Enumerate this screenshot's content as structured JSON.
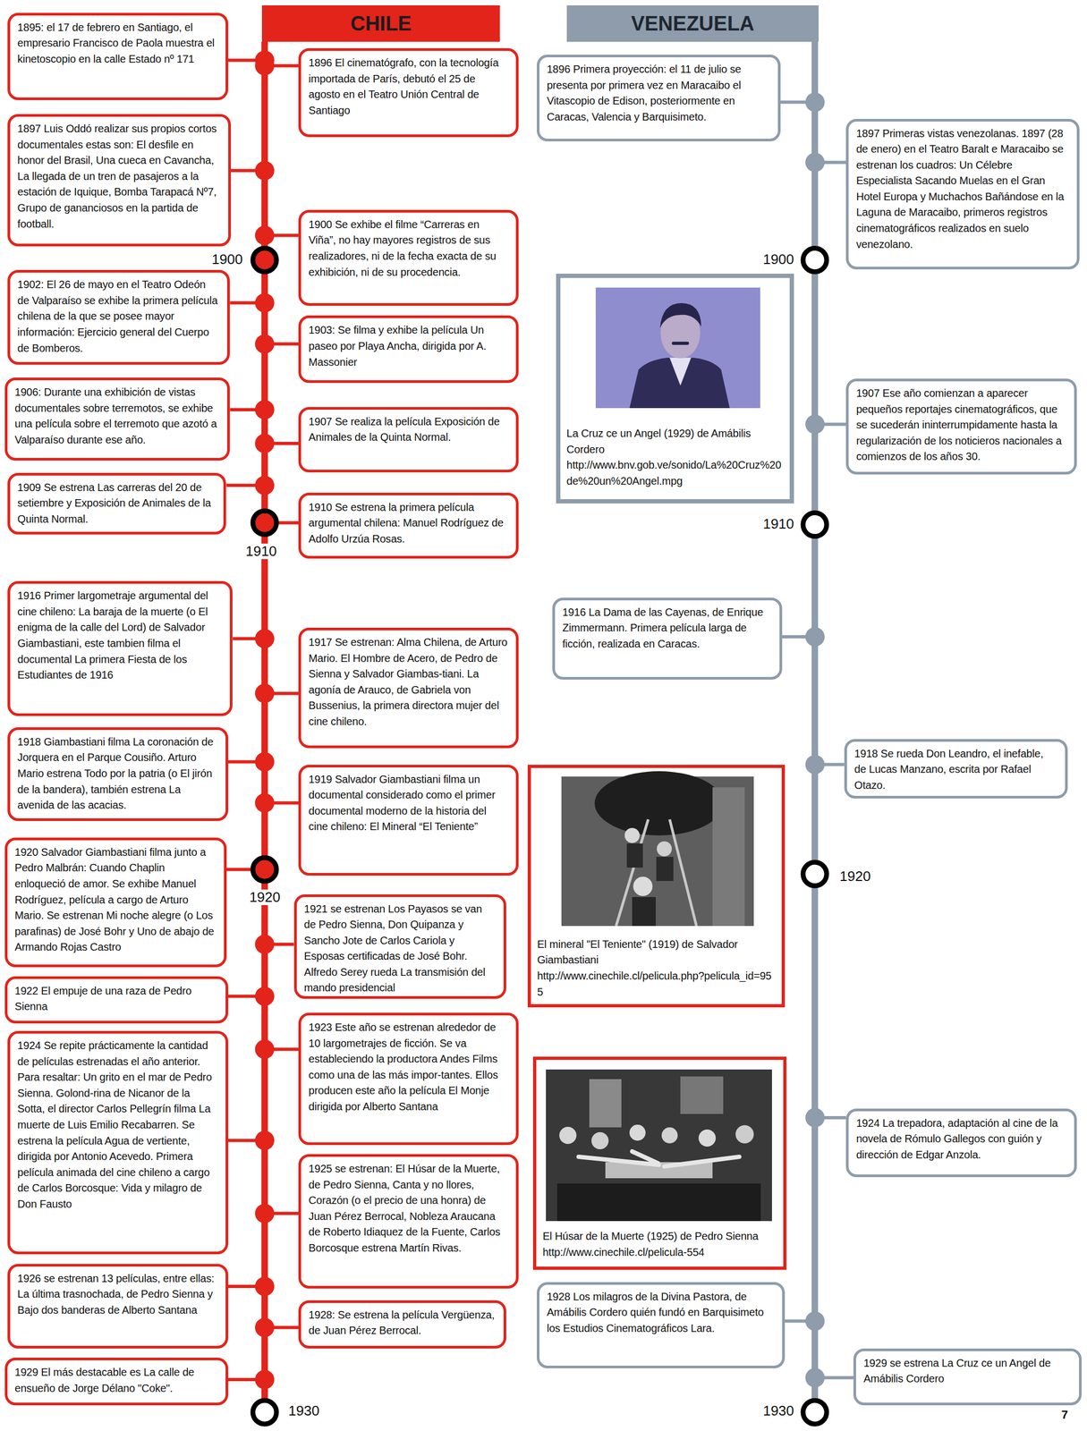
{
  "diagram": {
    "nodes": [
      {
        "text": [
          "CHILE"
        ]
      },
      {
        "text": [
          "VENEZUELA"
        ]
      },
      {
        "text": [
          "1895: el 17 de febrero en Santiago, el empresario Francisco de Paola muestra el kinetoscopio en la calle Estado nº 171"
        ]
      },
      {
        "text": [
          "1896 El cinematógrafo, con la tecnología importada de París, debutó el 25 de agosto en el Teatro Unión Central de Santiago"
        ]
      },
      {
        "text": [
          "1897 Luis Oddó realizar sus propios cortos documentales estas son: El desfile en honor del Brasil, Una cueca en Cavancha, La llegada de un tren de pasajeros a la estación de Iquique, Bomba Tarapacá Nº7, Grupo de gananciosos en la partida de football."
        ]
      },
      {
        "text": [
          "1900 Se exhibe el filme “Carreras en Viña”, no hay mayores registros de sus realizadores, ni de la fecha exacta de su exhibición, ni de su procedencia."
        ]
      },
      {
        "text": [
          "1902: El 26 de mayo en el Teatro Odeón de Valparaíso se exhibe la primera película chilena de la que se posee mayor información: Ejercicio general del Cuerpo de Bomberos."
        ]
      },
      {
        "text": [
          "1903: Se filma y exhibe la película Un paseo por Playa Ancha, dirigida por A. Massonier"
        ]
      },
      {
        "text": [
          "1906: Durante una exhibición de vistas documentales sobre terremotos, se exhibe una película sobre el terremoto que azotó a Valparaíso durante ese año."
        ]
      },
      {
        "text": [
          "1907 Se realiza la película Exposición de Animales de la Quinta Normal."
        ]
      },
      {
        "text": [
          "1909 Se estrena Las carreras del 20 de setiembre y Exposición de Animales de la Quinta Normal."
        ]
      },
      {
        "text": [
          "1910 Se estrena la primera película argumental chilena: Manuel Rodríguez de Adolfo Urzúa Rosas."
        ]
      },
      {
        "text": [
          "1916 Primer largometraje argumental del cine chileno: La baraja de la muerte (o El enigma de la calle del Lord) de Salvador Giambastiani, este tambien filma el documental La primera Fiesta de los Estudiantes de 1916"
        ]
      },
      {
        "text": [
          "1917 Se estrenan: Alma Chilena, de Arturo Mario. El Hombre de Acero, de Pedro de Sienna y Salvador Giambas-tiani. La agonía de Arauco, de Gabriela von Bussenius, la primera directora mujer del cine chileno."
        ]
      },
      {
        "text": [
          "1918 Giambastiani filma La coronación de Jorquera en el Parque Cousiño. Arturo Mario estrena Todo por la patria (o El jirón de la bandera), también estrena La avenida de las acacias."
        ]
      },
      {
        "text": [
          "1919 Salvador Giambastiani filma un documental considerado como el primer documental moderno de la historia del cine chileno: El Mineral “El Teniente”"
        ]
      },
      {
        "text": [
          "1920 Salvador Giambastiani filma junto a Pedro Malbrán: Cuando Chaplin enloqueció de amor. Se exhibe Manuel Rodríguez, película a cargo de Arturo Mario. Se estrenan Mi noche alegre (o Los parafinas) de José Bohr y Uno de abajo de Armando Rojas Castro"
        ]
      },
      {
        "text": [
          "1921 se estrenan Los Payasos se van de Pedro Sienna, Don Quipanza y Sancho Jote de Carlos Cariola y Esposas certificadas de José Bohr. Alfredo Serey rueda La transmisión del mando presidencial"
        ]
      },
      {
        "text": [
          "1922 El empuje de una raza de Pedro Sienna"
        ]
      },
      {
        "text": [
          "1923 Este año se estrenan alrededor de 10 largometrajes de ficción. Se va estableciendo la productora Andes Films como una de las más impor-tantes. Ellos producen este año la película El Monje dirigida por Alberto Santana"
        ]
      },
      {
        "text": [
          "1924 Se repite prácticamente la cantidad de películas estrenadas el año anterior. Para resaltar: Un grito en el mar de Pedro Sienna. Golond-rina de Nicanor de la Sotta, el director Carlos Pellegrín filma La muerte de Luis Emilio Recabarren. Se estrena la película Agua de vertiente, dirigida por Antonio Acevedo. Primera película animada del cine chileno a cargo de Carlos Borcosque: Vida y milagro de Don Fausto"
        ]
      },
      {
        "text": [
          "1925 se estrenan: El Húsar de la Muerte, de Pedro Sienna, Canta y no llores, Corazón (o el precio de una honra) de Juan Pérez Berrocal, Nobleza Araucana de Roberto Idiaquez de la Fuente, Carlos Borcosque estrena Martín Rivas."
        ]
      },
      {
        "text": [
          "1926 se estrenan 13 películas, entre ellas: La última trasnochada, de Pedro Sienna y Bajo dos banderas de Alberto Santana"
        ]
      },
      {
        "text": [
          "1928: Se estrena la película Vergüenza, de Juan Pérez Berrocal."
        ]
      },
      {
        "text": [
          "1929 El más destacable es La calle de ensueño de Jorge Délano \"Coke\"."
        ]
      },
      {
        "text": [
          "La Cruz ce un Angel (1929) de Amábilis Cordero",
          "http://www.bnv.gob.ve/sonido/La%20Cruz%20de%20un%20Angel.mpg"
        ]
      },
      {
        "text": [
          "El mineral \"El Teniente\" (1919) de Salvador Giambastiani",
          "http://www.cinechile.cl/pelicula.php?pelicula_id=955"
        ]
      },
      {
        "text": [
          "El Húsar de la Muerte (1925) de Pedro Sienna",
          "http://www.cinechile.cl/pelicula-554"
        ]
      },
      {
        "text": [
          "1896 Primera proyección: el 11 de julio se presenta por primera vez en Maracaibo el Vitascopio de Edison, posteriormente en Caracas, Valencia y Barquisimeto."
        ]
      },
      {
        "text": [
          "1897 Primeras vistas venezolanas. 1897 (28 de enero) en el Teatro Baralt e Maracaibo se estrenan los cuadros: Un Célebre Especialista Sacando Muelas en el Gran Hotel Europa y Muchachos Bañándose en la Laguna de Maracaibo, primeros registros cinematográficos realizados en suelo venezolano."
        ]
      },
      {
        "text": [
          "1907 Ese año comienzan a aparecer pequeños reportajes cinematográficos, que se sucederán ininterrumpidamente hasta la regularización de los noticieros nacionales a comienzos de los años 30."
        ]
      },
      {
        "text": [
          "1916 La Dama de las Cayenas, de Enrique Zimmermann. Primera película larga de ficción, realizada en Caracas."
        ]
      },
      {
        "text": [
          "1918 Se rueda Don Leandro, el inefable, de Lucas Manzano, escrita por Rafael Otazo."
        ]
      },
      {
        "text": [
          "1924 La trepadora, adaptación al cine de la novela de Rómulo Gallegos con guión y dirección de Edgar Anzola."
        ]
      },
      {
        "text": [
          "1928 Los milagros de la Divina Pastora, de Amábilis Cordero quién fundó en Barquisimeto los Estudios Cinematográficos Lara."
        ]
      },
      {
        "text": [
          "1929 se estrena La Cruz ce un Angel de Amábilis Cordero"
        ]
      }
    ],
    "labels": [
      "1900",
      "1910",
      "1920",
      "1930",
      "1900",
      "1910",
      "1920",
      "1930",
      "7"
    ]
  }
}
